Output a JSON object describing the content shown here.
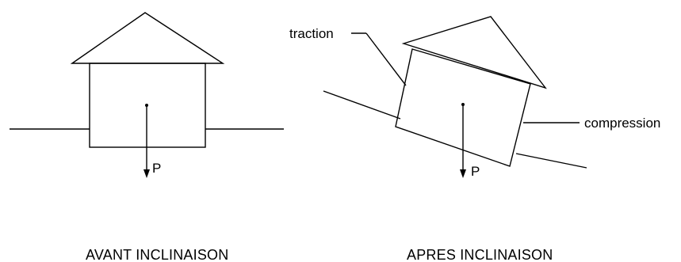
{
  "diagram": {
    "before": {
      "load_label": "P",
      "caption": "AVANT INCLINAISON"
    },
    "after": {
      "load_label": "P",
      "tension_label": "traction",
      "compression_label": "compression",
      "caption": "APRES INCLINAISON"
    },
    "colors": {
      "stroke": "#000000",
      "background": "#ffffff"
    }
  }
}
